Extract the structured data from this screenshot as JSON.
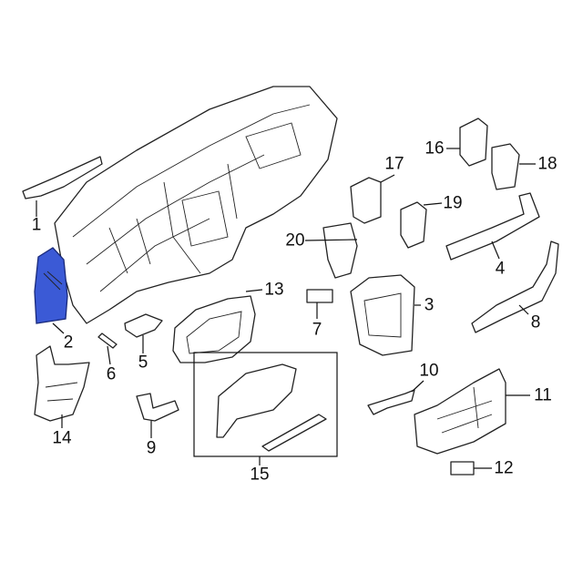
{
  "diagram": {
    "highlight_color": "#3b5ad6",
    "callouts": [
      "1",
      "2",
      "3",
      "4",
      "5",
      "6",
      "7",
      "8",
      "9",
      "10",
      "11",
      "12",
      "13",
      "14",
      "15",
      "16",
      "17",
      "18",
      "19",
      "20"
    ]
  }
}
